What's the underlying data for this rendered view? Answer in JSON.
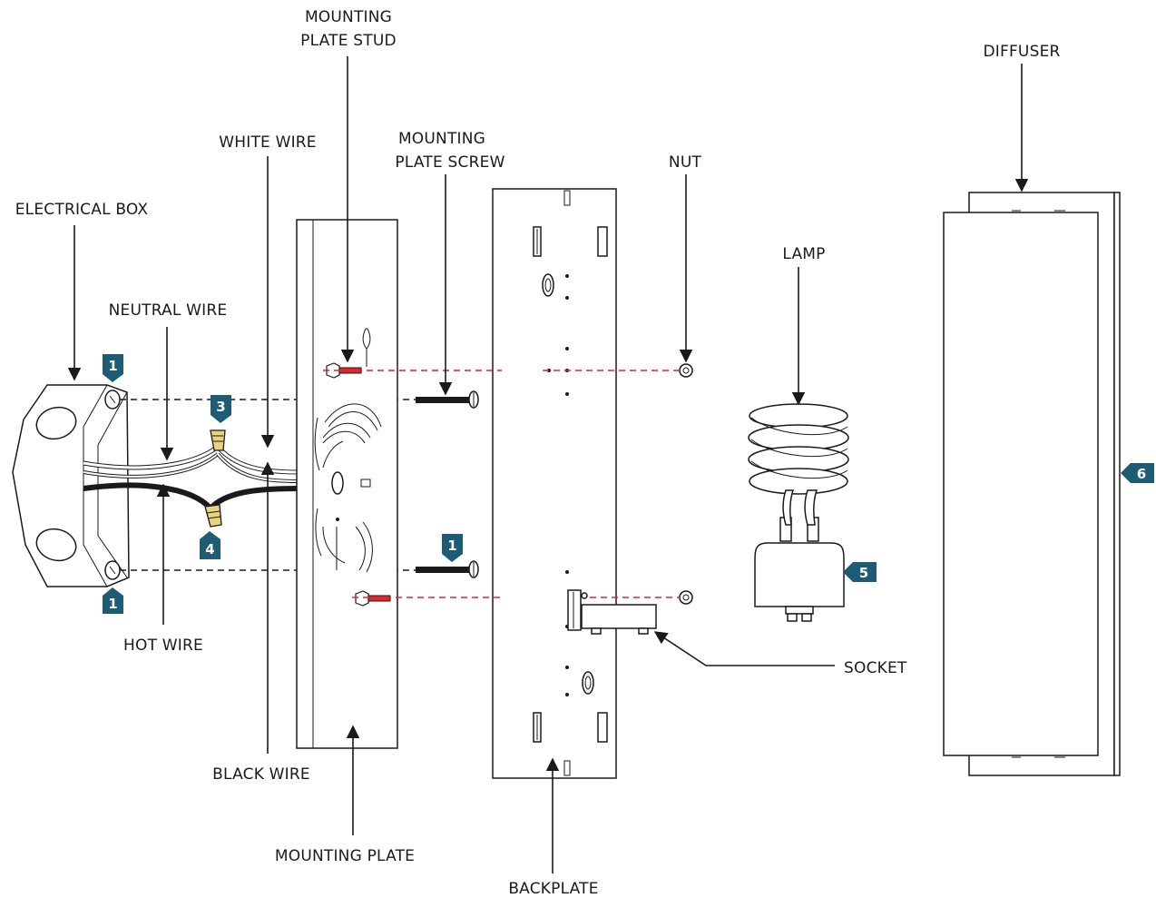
{
  "labels": {
    "mounting_plate_stud": [
      "MOUNTING",
      "PLATE STUD"
    ],
    "diffuser": "DIFFUSER",
    "white_wire": "WHITE WIRE",
    "mounting_plate_screw": [
      "MOUNTING",
      "PLATE SCREW"
    ],
    "nut": "NUT",
    "electrical_box": "ELECTRICAL BOX",
    "lamp": "LAMP",
    "neutral_wire": "NEUTRAL WIRE",
    "hot_wire": "HOT WIRE",
    "socket": "SOCKET",
    "black_wire": "BLACK WIRE",
    "mounting_plate": "MOUNTING PLATE",
    "backplate": "BACKPLATE"
  },
  "steps": {
    "step_1_top": "1",
    "step_1_bottom": "1",
    "step_1_screw": "1",
    "step_3": "3",
    "step_4": "4",
    "step_5": "5",
    "step_6": "6"
  },
  "colors": {
    "badge": "#1d5c74",
    "alignment_line": "#e0262b",
    "wire_nut": "#e8d27a",
    "ink": "#1a1a1a"
  }
}
